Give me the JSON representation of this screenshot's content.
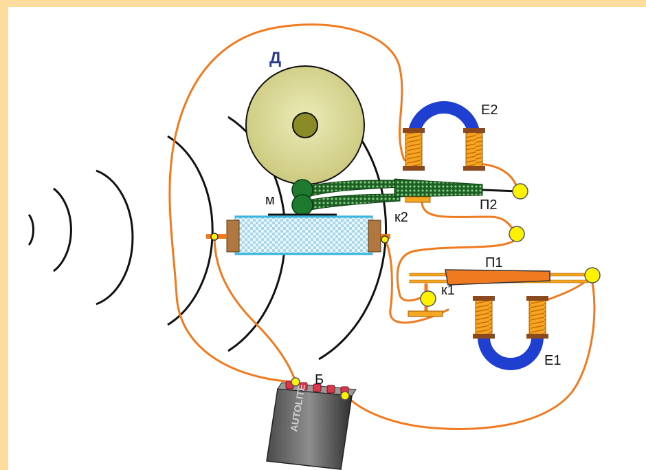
{
  "labels": {
    "bell": "Д",
    "hammer": "м",
    "magnet_top": "Е2",
    "magnet_bottom": "Е1",
    "contact_top": "к2",
    "contact_bottom": "к1",
    "plate_top": "П2",
    "plate_bottom": "П1",
    "battery": "Б"
  },
  "battery_brand": "AUTOLITE",
  "colors": {
    "wire": "#f07a20",
    "magnet_core": "#1f3fd0",
    "coil": "#f5a623",
    "coil_cap": "#8b4a1e",
    "bell": "#dedd9a",
    "bell_center": "#8a8a26",
    "hammer": "#1e7a2e",
    "terminal": "#fff200",
    "coherer_glass": "#bfe7f5",
    "label_blue": "#2e3d8f"
  }
}
